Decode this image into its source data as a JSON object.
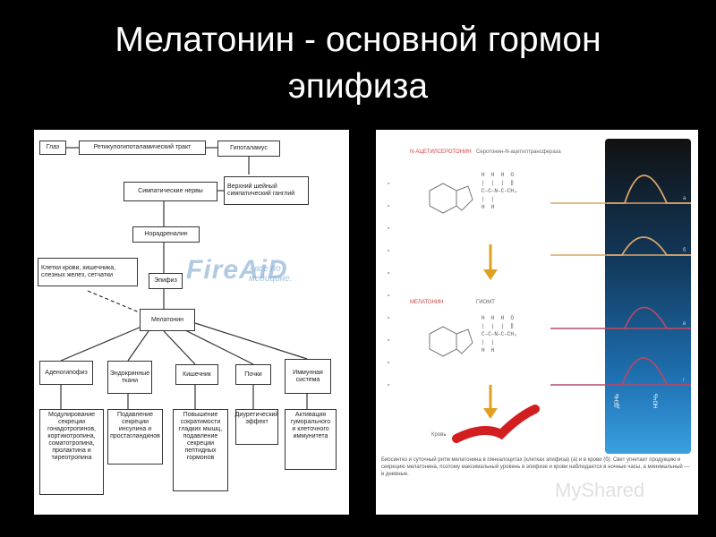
{
  "slide": {
    "title_line1": "Мелатонин - основной гормон",
    "title_line2": "эпифиза"
  },
  "left_diagram": {
    "eyes": "Глаз",
    "tract": "Ретикулогипоталамический тракт",
    "hypothalamus": "Гипоталамус",
    "sympathetic": "Симпатические нервы",
    "ganglion": "Верхний шейный симпатический ганглий",
    "noradrenaline": "Норадреналин",
    "cells": "Клетки крови, кишечника, слезных желез, сетчатки",
    "epiphysis": "Эпифиз",
    "melatonin": "Мелатонин",
    "targets": [
      "Аденогипофиз",
      "Эндокринные ткани",
      "Кишечник",
      "Почки",
      "Иммунная система"
    ],
    "effects": [
      "Модулирование секреции гонадотропинов, кортикотропина, соматотропина, пролактина и тиреотропина",
      "Подавление секреции инсулина и простагландинов",
      "Повышение сократимости гладких мышц, подавление секреции пептидных гормонов",
      "Диуретический эффект",
      "Активация гуморального и клеточного иммунитета"
    ],
    "watermark": "FireAiD",
    "watermark_sub": "- все по медицине."
  },
  "right_diagram": {
    "label_top": "N-АЦЕТИЛСЕРОТОНИН",
    "label_top_right": "Серотонин-N-ацетилтрансфераза",
    "label_mid": "МЕЛАТОНИН",
    "label_mid_right": "ГИОМТ",
    "label_blood": "Кровь",
    "label_day": "ДЕНЬ",
    "label_night": "НОЧЬ",
    "row_labels": [
      "а",
      "б",
      "в",
      "г"
    ],
    "caption": "Биосинтез и суточный ритм мелатонина в пинеалоцитах (клетках эпифиза) (а) и в крови (б). Свет угнетает продукцию и секрецию мелатонина, поэтому максимальный уровень в эпифизе и крови наблюдается в ночные часы, а минимальный — в дневные.",
    "colors": {
      "curve_light": "#d9a56a",
      "curve_dark": "#b04a6a",
      "arrow": "#e0a020",
      "blood": "#d21e1e"
    }
  },
  "watermark_footer": "MyShared"
}
